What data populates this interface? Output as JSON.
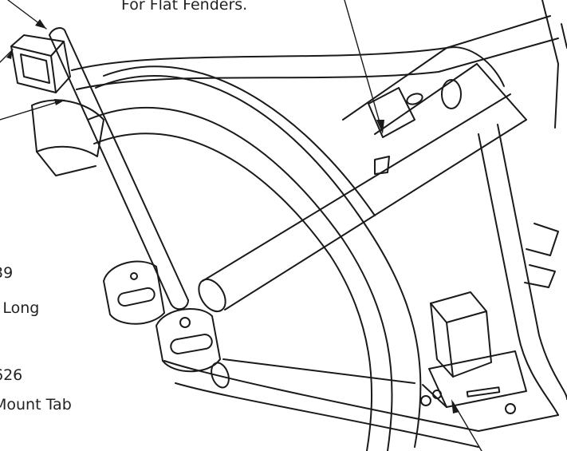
{
  "callouts": {
    "top_label": "For Flat Fenders.",
    "left_1_line1": "39",
    "left_1_line2": "l Long",
    "left_2_line1": "626",
    "left_2_line2": "Mount Tab"
  },
  "colors": {
    "line": "#1a1a1a",
    "background": "#ffffff"
  }
}
